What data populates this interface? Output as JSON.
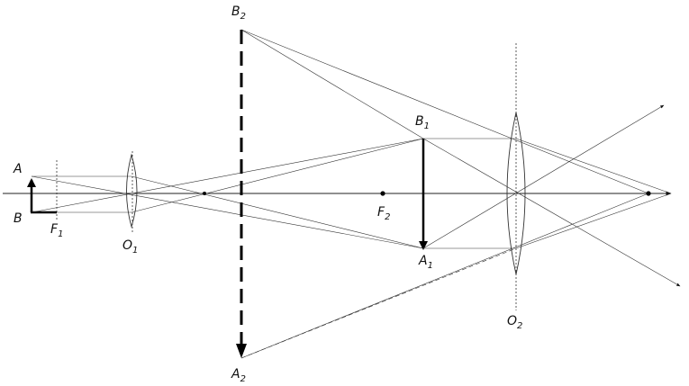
{
  "labels": {
    "A": "A",
    "B": "B",
    "F1": "F",
    "F1_sub": "1",
    "O1": "O",
    "O1_sub": "1",
    "B1": "B",
    "B1_sub": "1",
    "A1": "A",
    "A1_sub": "1",
    "F2": "F",
    "F2_sub": "2",
    "O2": "O",
    "O2_sub": "2",
    "B2": "B",
    "B2_sub": "2",
    "A2": "A",
    "A2_sub": "2"
  }
}
